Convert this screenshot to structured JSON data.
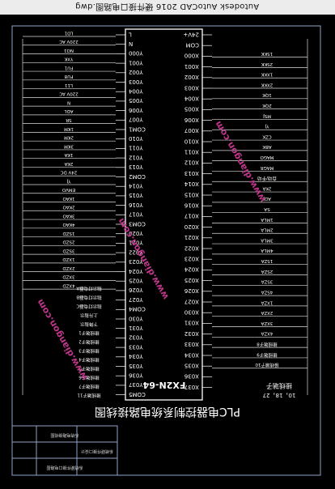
{
  "window": {
    "title": "Autodesk AutoCAD 2016    硬件接口电路图.dwg"
  },
  "drawing": {
    "title": "PLC电器控制系统电路接线图",
    "plc_model": "FX2N-64",
    "bottom_right_label": "接线端子",
    "bottom_right_sub": "10，18，27",
    "title_block": {
      "rows": [
        "系统电路接线图",
        "系统硬件接口设计",
        "系统硬件接口电路图"
      ]
    },
    "watermark": "www.diangon.com",
    "plc_inputs": [
      "24V+",
      "COM",
      "X000",
      "X001",
      "X002",
      "X003",
      "X004",
      "X005",
      "X006",
      "X007",
      "X010",
      "X011",
      "X012",
      "X013",
      "X014",
      "X015",
      "X016",
      "X017",
      "X020",
      "X021",
      "X022",
      "X023",
      "X024",
      "X025",
      "X026",
      "X027",
      "X030",
      "X031",
      "X032",
      "X033",
      "X034",
      "X035",
      "X036",
      "X037"
    ],
    "plc_outputs": [
      "L",
      "N",
      "Y000",
      "Y001",
      "Y002",
      "Y003",
      "Y004",
      "Y005",
      "Y006",
      "Y007",
      "COM1",
      "Y010",
      "Y011",
      "Y012",
      "Y013",
      "COM2",
      "Y014",
      "Y015",
      "Y016",
      "Y017",
      "COM3",
      "Y020",
      "Y021",
      "Y022",
      "Y023",
      "Y024",
      "Y025",
      "Y026",
      "Y027",
      "COM4",
      "Y030",
      "Y031",
      "Y032",
      "Y033",
      "Y034",
      "Y035",
      "Y036",
      "Y037",
      "COM5"
    ],
    "input_labels": [
      "1SKK",
      "2SKK",
      "1XKK",
      "2XKK",
      "1QK",
      "2QK",
      "MSJ",
      "YJ",
      "CZK",
      "ABK",
      "MAGO",
      "MAGR",
      "自动/手动",
      "2KA",
      "ADJ",
      "SA",
      "1MLA",
      "2MLA",
      "3MLA",
      "4MLA",
      "1SZA",
      "2SZA",
      "3SZA",
      "4SZA",
      "1XZA",
      "2XZA",
      "3XZA",
      "4XZA",
      "接线端子8",
      "接线端子9",
      "接线端子10"
    ],
    "left_labels": [
      "LO1",
      "220V AC",
      "NO1",
      "YXK",
      "FU1",
      "FU8",
      "L11",
      "220V AC",
      "N",
      "ADL",
      "SR",
      "1KM",
      "2KM",
      "3KM",
      "1KA",
      "2KA",
      "24V DC",
      "YJ",
      "EMVO",
      "1KAO",
      "2KAO",
      "3KAO",
      "4KAO",
      "1SZD",
      "2SZD",
      "3SZD",
      "1XZD",
      "2XZD",
      "3XZD",
      "4XZD"
    ],
    "output_labels": [
      "指示灯电器A",
      "指示灯电器B",
      "指示灯电器C",
      "上升指示",
      "下降指示",
      "接线端子1",
      "接线端子2",
      "接线端子3",
      "接线端子4",
      "接线端子5",
      "接线端子6",
      "接线端子7",
      "接线端子11"
    ]
  }
}
